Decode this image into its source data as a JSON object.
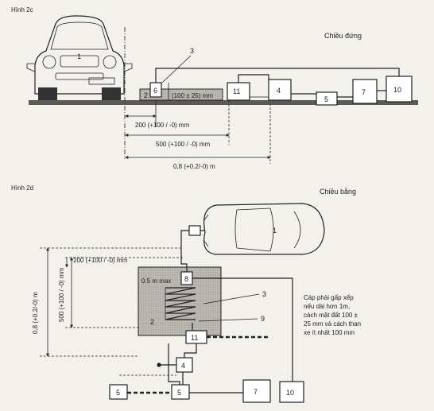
{
  "fig_2c": {
    "title": "Hình 2c",
    "view": "Chiều đứng",
    "labels": {
      "n1": "1",
      "n2": "2",
      "n3": "3",
      "n4": "4",
      "n5": "5",
      "n6": "6",
      "n7": "7",
      "n10": "10",
      "n11": "11"
    },
    "dims": {
      "d_height": "(100 ± 25) mm",
      "d200": "200 (+100 / -0) mm",
      "d500": "500 (+100 / -0) mm",
      "d08": "0,8 (+0.2/-0) m"
    }
  },
  "fig_2d": {
    "title": "Hình 2d",
    "view": "Chiều bằng",
    "labels": {
      "n1": "1",
      "n2": "2",
      "n3": "3",
      "n4": "4",
      "n5a": "5",
      "n5b": "5",
      "n7": "7",
      "n8": "8",
      "n9": "9",
      "n10": "10",
      "n11": "11"
    },
    "dims": {
      "d200": "200 (+100 / -0) mm",
      "d500": "500 (+100 / -0) mm",
      "d08": "0,8 (+0.2/-0) m",
      "d05": "0.5 m max"
    },
    "note": [
      "Cáp phải gấp xếp",
      "nếu dài hơn 1m,",
      "cách mặt đất 100 ±",
      "25 mm và cách than",
      "xe ít nhất 100 mm"
    ]
  },
  "colors": {
    "ink": "#222222",
    "paper": "#f3f1ec",
    "antenna_fill": "#b9b6b0",
    "ground": "#5c5a57"
  },
  "icons": [
    "car-front-icon",
    "car-top-icon",
    "antenna-coil-icon"
  ]
}
